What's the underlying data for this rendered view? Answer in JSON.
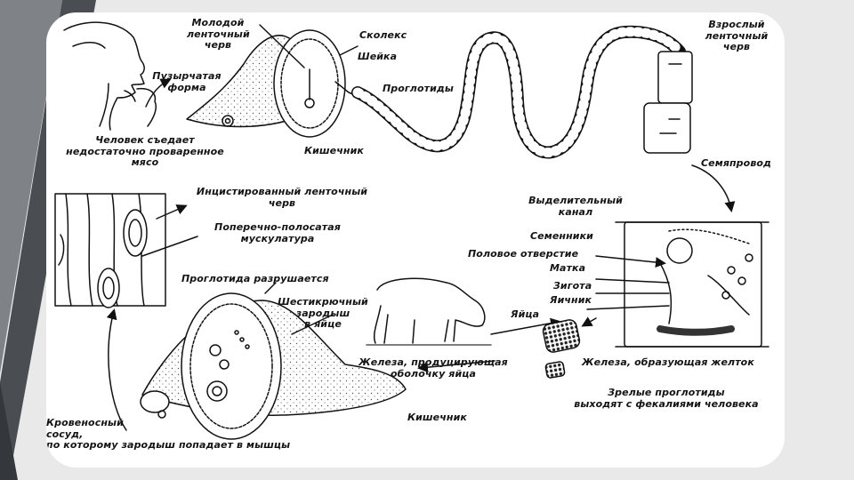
{
  "slide": {
    "colors": {
      "background": "#e9e9e9",
      "stripe_dark": "#4a4d52",
      "stripe_mid": "#7f8287",
      "card": "#ffffff",
      "ink": "#141414"
    }
  },
  "diagram": {
    "labels": {
      "young_worm": "Молодой\nленточный\nчерв",
      "scolex": "Сколекс",
      "neck": "Шейка",
      "proglottids": "Проглотиды",
      "adult_worm": "Взрослый\nленточный\nчерв",
      "bladder_form": "Пузырчатая\nформа",
      "person_eats": "Человек съедает\nнедостаточно проваренное\nмясо",
      "intestine_top": "Кишечник",
      "vas_deferens": "Семяпровод",
      "encysted_worm": "Инцистированный ленточный\nчерв",
      "striated_muscle": "Поперечно-полосатая\nмускулатура",
      "excretory_canal": "Выделительный\nканал",
      "testes": "Семенники",
      "genital_pore": "Половое отверстие",
      "uterus": "Матка",
      "zygote": "Зигота",
      "ovary": "Яичник",
      "proglottid_breaks": "Проглотида разрушается",
      "six_hooked_embryo": "Шестикрючный\nзародыш\nв яйце",
      "eggs": "Яйца",
      "shell_gland": "Железа, продуцирующая\nоболочку яйца",
      "yolk_gland": "Железа, образующая желток",
      "mature_proglottids": "Зрелые проглотиды\nвыходят с фекалиями человека",
      "intestine_bottom": "Кишечник",
      "blood_vessel": "Кровеносный\nсосуд,\nпо которому зародыш попадает в мышцы"
    }
  }
}
